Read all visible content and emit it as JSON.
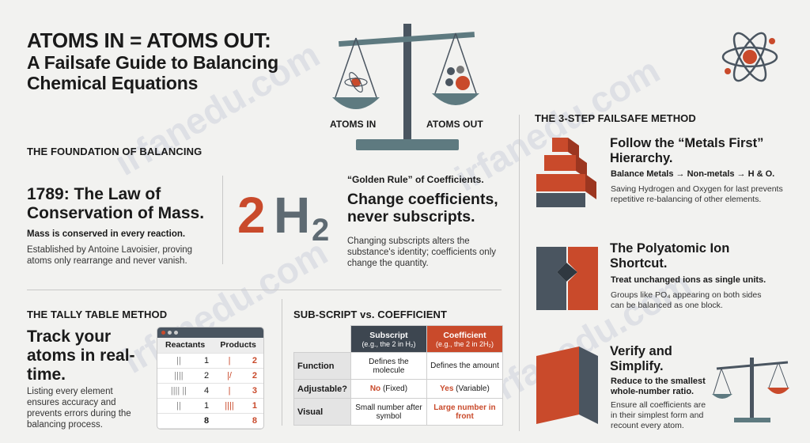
{
  "title": {
    "line1": "ATOMS IN = ATOMS OUT:",
    "line2": "A Failsafe Guide to Balancing",
    "line3": "Chemical Equations"
  },
  "scale": {
    "left_label": "ATOMS IN",
    "right_label": "ATOMS OUT"
  },
  "foundation": {
    "heading": "THE FOUNDATION OF BALANCING",
    "law_title_1": "1789: The Law of",
    "law_title_2": "Conservation of Mass.",
    "law_bold": "Mass is conserved in every reaction.",
    "law_desc": "Established by Antoine Lavoisier, proving atoms only rearrange and never vanish.",
    "formula_coef": "2",
    "formula_sym": "H",
    "formula_sub": "2",
    "golden_rule": "“Golden Rule” of Coefficients.",
    "golden_title": "Change coefficients, never subscripts.",
    "golden_desc": "Changing subscripts alters the substance's identity; coefficients only change the quantity."
  },
  "tally": {
    "heading": "THE TALLY TABLE METHOD",
    "title": "Track your atoms in real-time.",
    "desc": "Listing every element ensures accuracy and prevents errors during the balancing process.",
    "col_reactants": "Reactants",
    "col_products": "Products",
    "rows": [
      {
        "r_marks": "||",
        "r_num": "1",
        "p_marks": "|",
        "p_num": "2"
      },
      {
        "r_marks": "||||",
        "r_num": "2",
        "p_marks": "|/",
        "p_num": "2"
      },
      {
        "r_marks": "||||  ||",
        "r_num": "4",
        "p_marks": "|",
        "p_num": "3"
      },
      {
        "r_marks": "||",
        "r_num": "1",
        "p_marks": "||||",
        "p_num": "1"
      },
      {
        "r_marks": "",
        "r_num": "8",
        "p_marks": "",
        "p_num": "8"
      }
    ]
  },
  "compare": {
    "heading": "SUB-SCRIPT vs. COEFFICIENT",
    "h_sub": "Subscript",
    "h_sub_note": "(e.g., the 2 in H₂)",
    "h_coef": "Coefficient",
    "h_coef_note": "(e.g., the 2 in 2H₂)",
    "rows": [
      {
        "label": "Function",
        "sub": "Defines the molecule",
        "coef": "Defines the amount"
      },
      {
        "label": "Adjustable?",
        "sub_strong": "No",
        "sub": " (Fixed)",
        "coef_strong": "Yes",
        "coef": " (Variable)"
      },
      {
        "label": "Visual",
        "sub": "Small number after symbol",
        "coef": "Large number in front"
      }
    ]
  },
  "method": {
    "heading": "THE 3-STEP FAILSAFE METHOD",
    "steps": [
      {
        "title": "Follow the “Metals First” Hierarchy.",
        "bold": "Balance Metals → Non-metals → H & O.",
        "desc": "Saving Hydrogen and Oxygen for last prevents repetitive re-balancing of other elements."
      },
      {
        "title": "The Polyatomic Ion Shortcut.",
        "bold": "Treat unchanged ions as single units.",
        "desc": "Groups like PO₄ appearing on both sides can be balanced as one block."
      },
      {
        "title": "Verify and Simplify.",
        "bold": "Reduce to the smallest whole-number ratio.",
        "desc": "Ensure all coefficients are in their simplest form and recount every atom."
      }
    ]
  },
  "watermark": "irfanedu.com",
  "colors": {
    "orange": "#c94a2b",
    "slate": "#4a5560",
    "teal": "#5e7a80",
    "bg": "#f2f2f0"
  }
}
